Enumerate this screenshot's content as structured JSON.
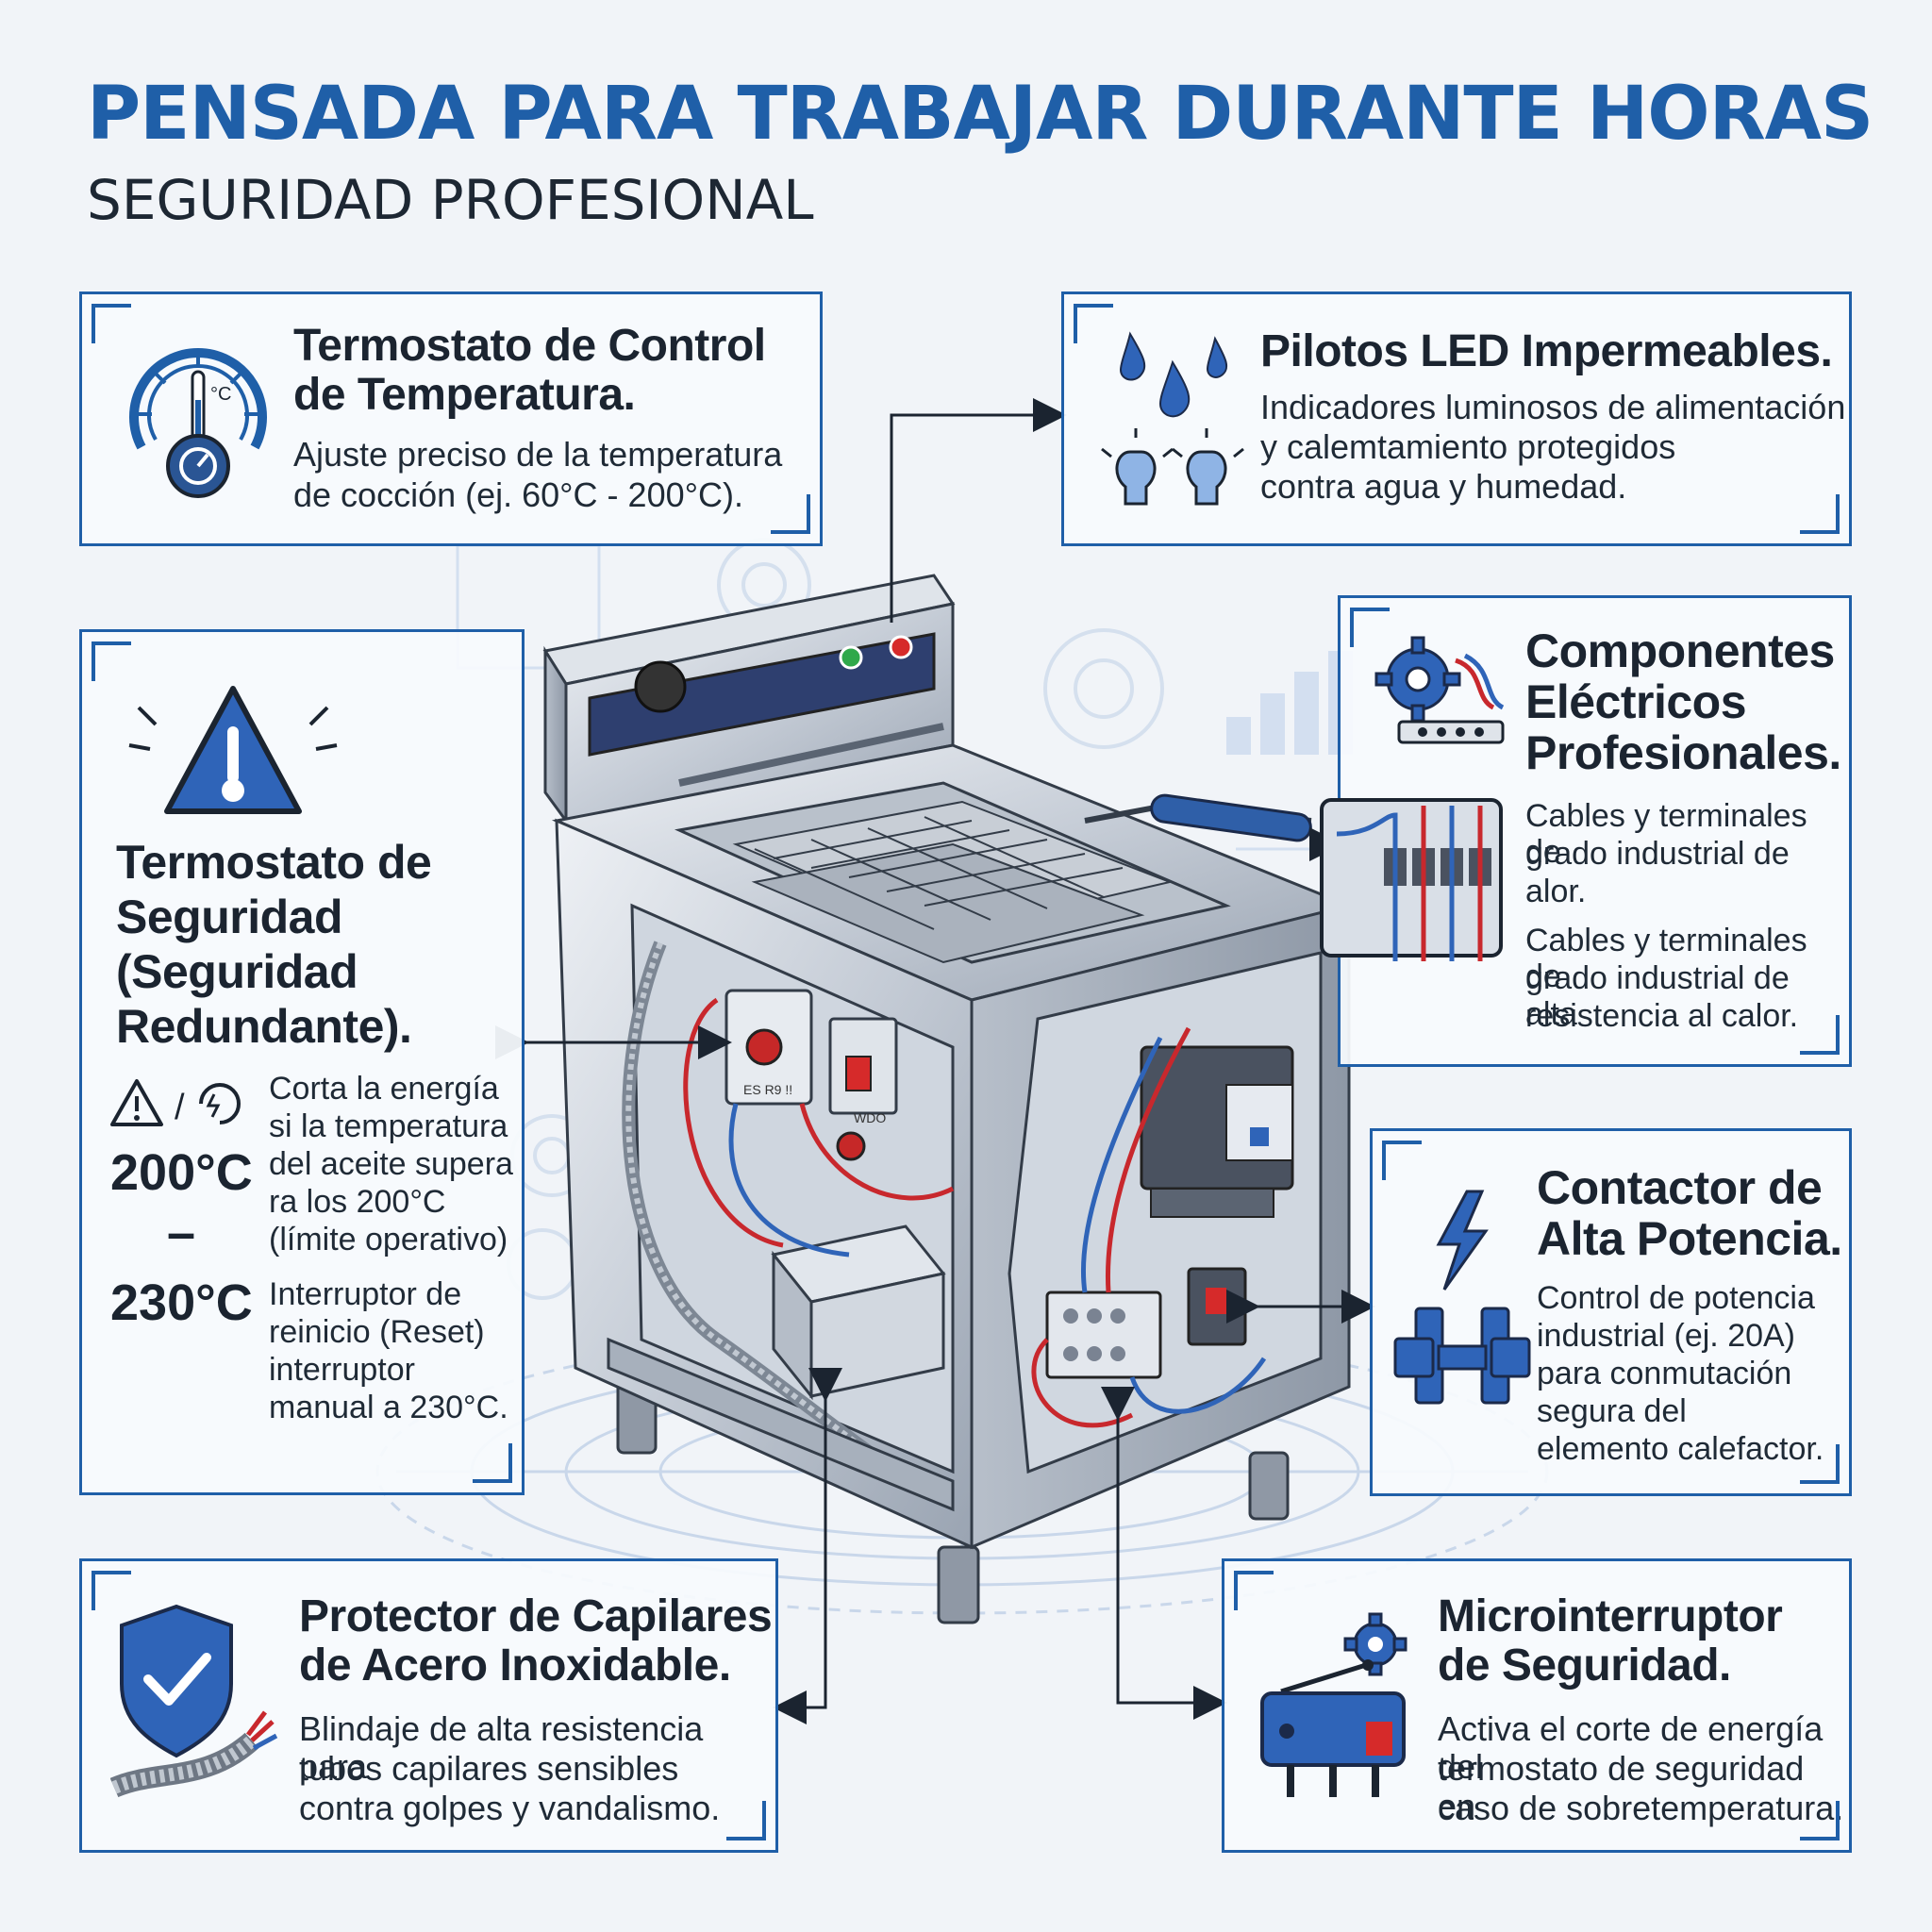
{
  "header": {
    "title": "PENSADA PARA TRABAJAR DURANTE HORAS",
    "subtitle": "SEGURIDAD PROFESIONAL"
  },
  "colors": {
    "accent": "#1f5fa8",
    "text": "#1b2430",
    "background": "#f1f4f8",
    "wire_red": "#c8282d",
    "wire_blue": "#2f64b8"
  },
  "cards": {
    "thermostat_control": {
      "title_l1": "Termostato de Control",
      "title_l2": "de Temperatura.",
      "body_l1": "Ajuste preciso de la temperatura",
      "body_l2": "de cocción (ej. 60°C - 200°C).",
      "icon": "thermometer-gauge-icon",
      "icon_label": "°C"
    },
    "led_pilots": {
      "title": "Pilotos LED Impermeables.",
      "body_l1": "Indicadores luminosos de alimentación",
      "body_l2": "y calemtamiento protegidos",
      "body_l3": "contra agua y humedad.",
      "icon": "water-drops-bulbs-icon"
    },
    "safety_thermostat": {
      "title_l1": "Termostato de",
      "title_l2": "Seguridad",
      "title_l3": "(Seguridad",
      "title_l4": "Redundante).",
      "temp_low": "200°C",
      "temp_dash": "–",
      "temp_high": "230°C",
      "cut_l1": "Corta la energía",
      "cut_l2": "si la temperatura",
      "cut_l3": "del aceite supera",
      "cut_l4": "ra los 200°C",
      "cut_l5": "(límite operativo)",
      "reset_l1": "Interruptor de",
      "reset_l2": "reinicio (Reset)",
      "reset_l3": "interruptor",
      "reset_l4": "manual a 230°C.",
      "icon": "warning-thermometer-icon",
      "small_icon_sep": "/"
    },
    "electrical_components": {
      "title_l1": "Componentes",
      "title_l2": "Eléctricos",
      "title_l3": "Profesionales.",
      "body1_l1": "Cables y terminales de",
      "body1_l2": "grado industrial de",
      "body1_l3": "alor.",
      "body2_l1": "Cables y terminales de",
      "body2_l2": "grado industrial de alta",
      "body2_l3": "resistencia al calor.",
      "icon": "gear-cables-icon"
    },
    "contactor": {
      "title_l1": "Contactor de",
      "title_l2": "Alta Potencia.",
      "body_l1": "Control de potencia",
      "body_l2": "industrial (ej. 20A)",
      "body_l3": "para conmutación",
      "body_l4": "segura del",
      "body_l5": "elemento calefactor.",
      "icon": "lightning-connector-icon"
    },
    "capillary_protector": {
      "title_l1": "Protector de Capilares",
      "title_l2": "de Acero Inoxidable.",
      "body_l1": "Blindaje de alta resistencia para",
      "body_l2": "tubos capilares sensibles",
      "body_l3": "contra golpes y vandalismo.",
      "icon": "shield-check-cable-icon"
    },
    "microswitch": {
      "title_l1": "Microinterruptor",
      "title_l2": "de Seguridad.",
      "body_l1": "Activa el corte de energía del",
      "body_l2": "termostato de seguridad en",
      "body_l3": "caso de sobretemperatura.",
      "icon": "microswitch-gear-icon"
    }
  },
  "machine": {
    "panel_label": "ES R9 !!",
    "switch_label": "WDO"
  }
}
